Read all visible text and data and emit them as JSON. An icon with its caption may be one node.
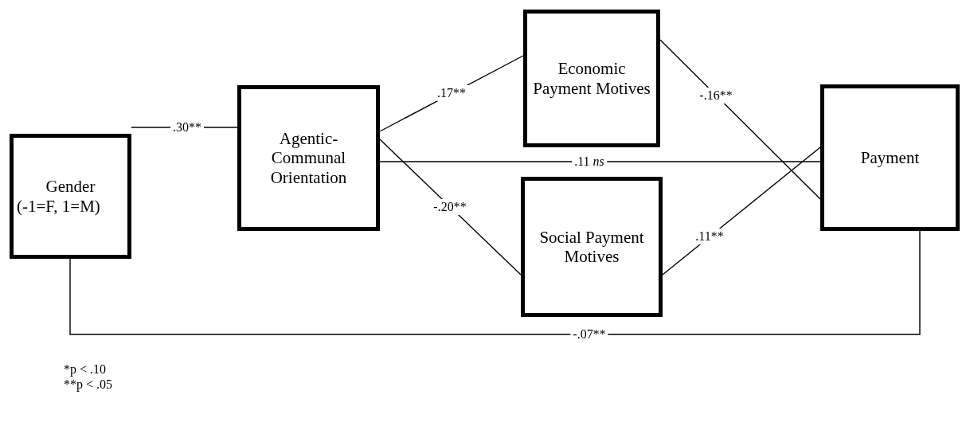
{
  "diagram": {
    "nodes": [
      {
        "text": [
          "Gender",
          "(-1=F, 1=M)"
        ]
      },
      {
        "text": [
          "Agentic-Communal Orientation"
        ]
      },
      {
        "text": [
          "Economic Payment Motives"
        ]
      },
      {
        "text": [
          "Social Payment Motives"
        ]
      },
      {
        "text": [
          "Payment"
        ]
      }
    ],
    "edges": [
      {
        "from": 0,
        "to": 1,
        "arrow": "none",
        "label": ".30**"
      },
      {
        "from": 1,
        "to": 2,
        "arrow": "none",
        "label": ".17**"
      },
      {
        "from": 1,
        "to": 3,
        "arrow": "none",
        "label": "-.20**"
      },
      {
        "from": 1,
        "to": 4,
        "arrow": "none",
        "label": ".11 *ns*"
      },
      {
        "from": 2,
        "to": 4,
        "arrow": "none",
        "label": "-.16**"
      },
      {
        "from": 3,
        "to": 4,
        "arrow": "none",
        "label": ".11**"
      },
      {
        "from": 0,
        "to": 4,
        "arrow": "none",
        "label": "-.07**"
      }
    ],
    "labels": [
      "*p < .10",
      "**p < .05"
    ]
  }
}
